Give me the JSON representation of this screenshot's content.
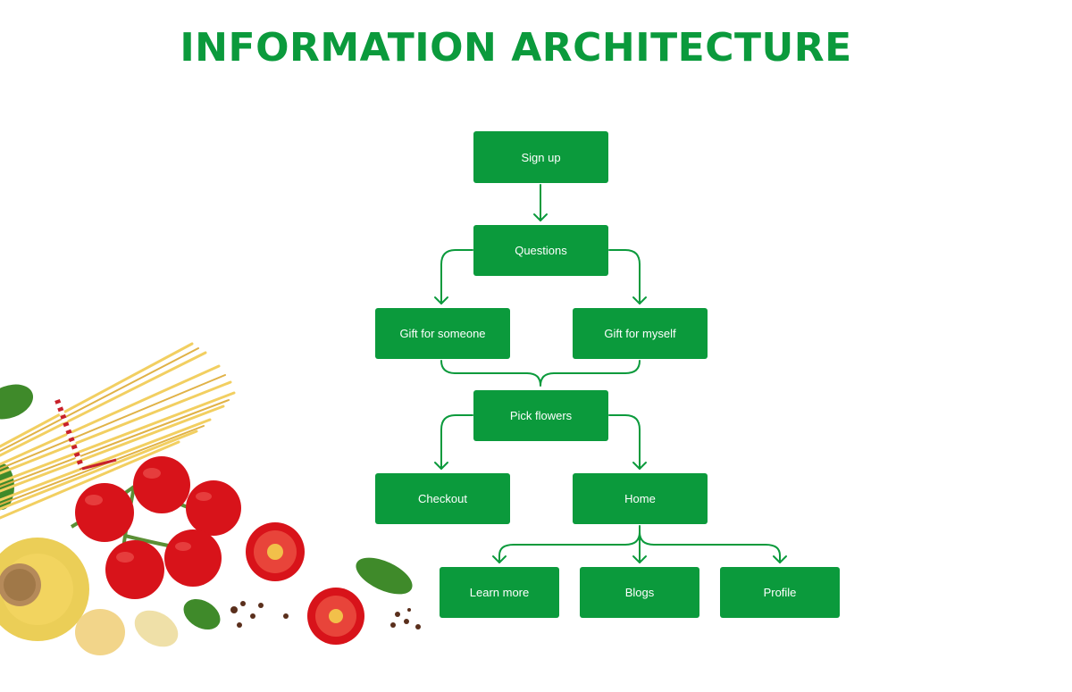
{
  "title": "INFORMATION ARCHITECTURE",
  "nodes": {
    "sign_up": "Sign up",
    "questions": "Questions",
    "gift_someone": "Gift for someone",
    "gift_myself": "Gift for myself",
    "pick_flowers": "Pick flowers",
    "checkout": "Checkout",
    "home": "Home",
    "learn_more": "Learn more",
    "blogs": "Blogs",
    "profile": "Profile"
  },
  "colors": {
    "accent": "#0b9a3c",
    "node_text": "#ffffff",
    "background": "#ffffff"
  },
  "decoration": "pasta-tomatoes-olive-oil-image"
}
